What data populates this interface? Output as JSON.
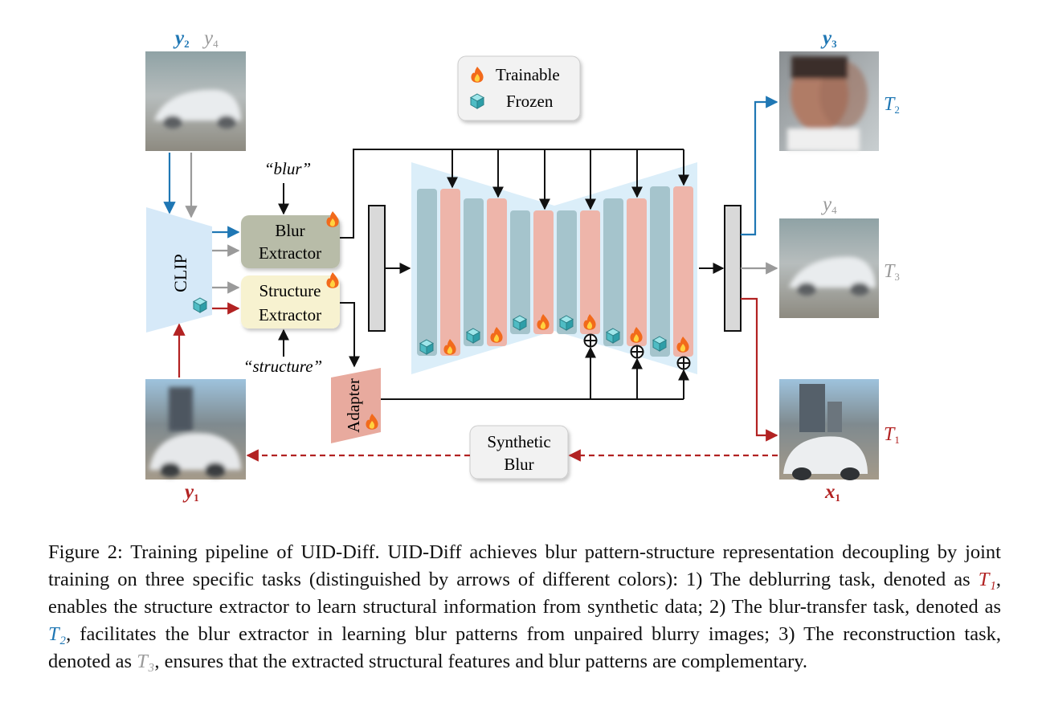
{
  "legend": {
    "trainable": "Trainable",
    "frozen": "Frozen"
  },
  "labels": {
    "y2": "y",
    "y2_sub": "2",
    "y4_left": "y",
    "y4_left_sub": "4",
    "y3": "y",
    "y3_sub": "3",
    "y4_right": "y",
    "y4_right_sub": "4",
    "y1": "y",
    "y1_sub": "1",
    "x1": "x",
    "x1_sub": "1",
    "T2": "T",
    "T2_sub": "2",
    "T3": "T",
    "T3_sub": "3",
    "T1": "T",
    "T1_sub": "1"
  },
  "modules": {
    "clip": "CLIP",
    "blur_extractor_line1": "Blur",
    "blur_extractor_line2": "Extractor",
    "structure_extractor_line1": "Structure",
    "structure_extractor_line2": "Extractor",
    "adapter": "Adapter",
    "synthetic_blur_line1": "Synthetic",
    "synthetic_blur_line2": "Blur"
  },
  "prompts": {
    "blur": "“blur”",
    "structure": "“structure”"
  },
  "caption": {
    "part1": "Figure 2: Training pipeline of UID-Diff. UID-Diff achieves blur pattern-structure representation decoupling by joint training on three specific tasks (distinguished by arrows of different colors): 1) The deblurring task, denoted as ",
    "t1": "T₁",
    "part2": ", enables the structure extractor to learn structural information from synthetic data; 2) The blur-transfer task, denoted as ",
    "t2": "T₂",
    "part3": ", facilitates the blur extractor in learning blur patterns from unpaired blurry images; 3) The reconstruction task, denoted as ",
    "t3": "T₃",
    "part4": ", ensures that the extracted structural features and blur patterns are complementary."
  },
  "colors": {
    "blue": "#1f77b4",
    "gray": "#9a9a9a",
    "red": "#b22222",
    "black": "#111111"
  }
}
